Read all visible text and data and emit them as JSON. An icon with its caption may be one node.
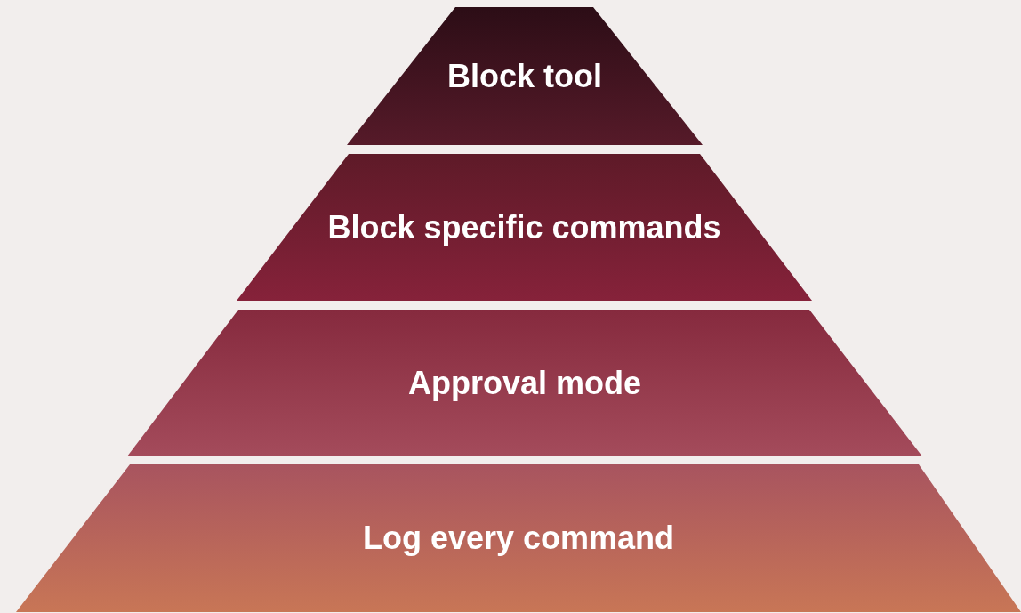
{
  "diagram": {
    "nodes": [
      {
        "text": [
          "Block tool"
        ]
      },
      {
        "text": [
          "Block specific commands"
        ]
      },
      {
        "text": [
          "Approval mode"
        ]
      },
      {
        "text": [
          "Log every command"
        ]
      }
    ]
  }
}
